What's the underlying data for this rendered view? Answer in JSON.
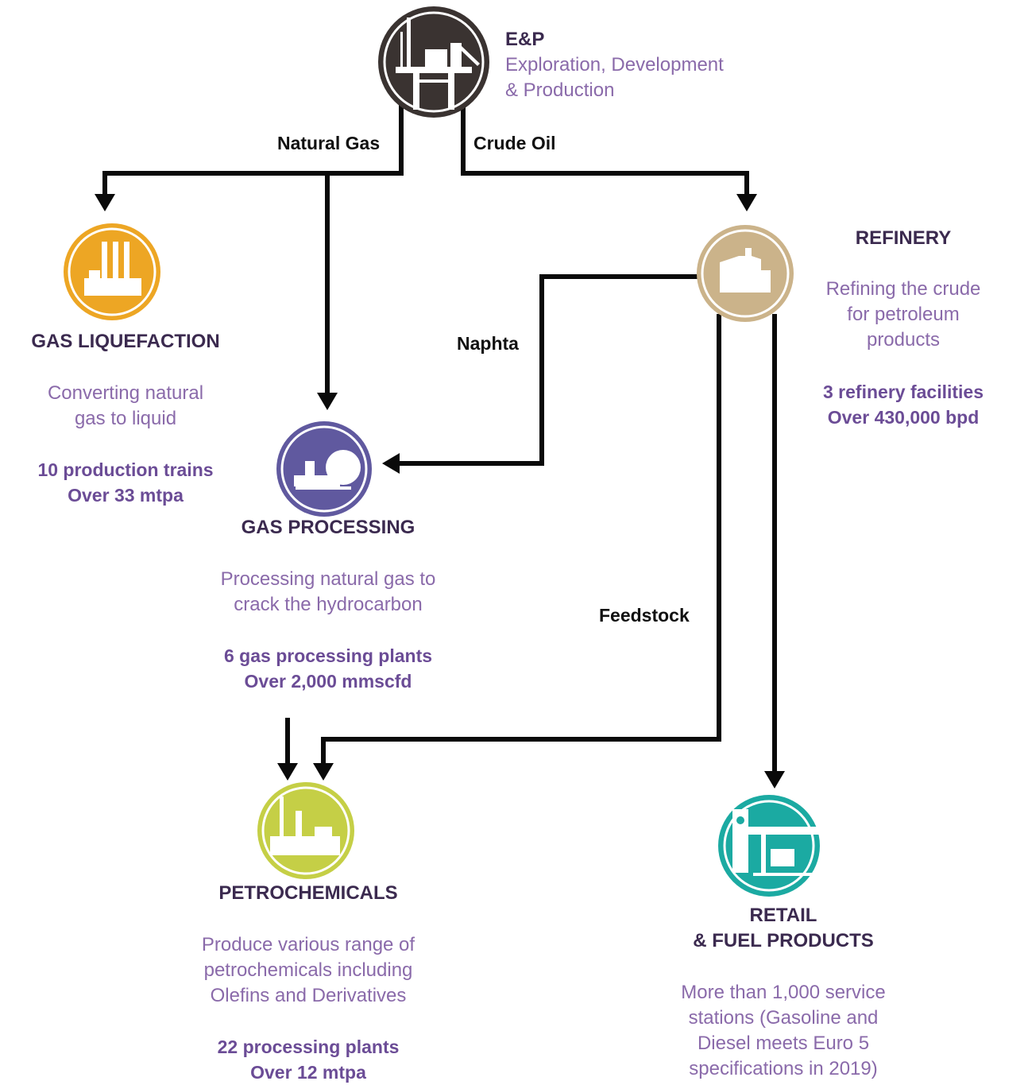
{
  "colors": {
    "ep": "#3a3331",
    "gas_liquefaction": "#eda624",
    "gas_processing": "#60599f",
    "refinery": "#cbb38a",
    "petrochemicals": "#c5cf46",
    "retail": "#1baaa2",
    "arrow": "#0a0a0a",
    "title_text": "#3b2a4f",
    "desc_text": "#8a6aaa",
    "stat_text": "#6b4c96"
  },
  "ep": {
    "icon": "offshore-platform-icon",
    "title": "E&P",
    "subtitle_lines": [
      "Exploration, Development",
      "& Production"
    ]
  },
  "flows": {
    "natural_gas": "Natural Gas",
    "crude_oil": "Crude Oil",
    "naphta": "Naphta",
    "feedstock": "Feedstock"
  },
  "gas_liquefaction": {
    "icon": "lng-plant-icon",
    "title": "GAS LIQUEFACTION",
    "desc_lines": [
      "Converting natural",
      "gas to liquid"
    ],
    "stat_lines": [
      "10 production trains",
      "Over 33 mtpa"
    ]
  },
  "gas_processing": {
    "icon": "gas-tank-icon",
    "title": "GAS PROCESSING",
    "desc_lines": [
      "Processing natural gas to",
      "crack the hydrocarbon"
    ],
    "stat_lines": [
      "6 gas processing plants",
      "Over 2,000 mmscfd"
    ]
  },
  "refinery": {
    "icon": "refinery-icon",
    "title": "REFINERY",
    "desc_lines": [
      "Refining the crude",
      "for petroleum",
      "products"
    ],
    "stat_lines": [
      "3 refinery facilities",
      "Over 430,000 bpd"
    ]
  },
  "petrochemicals": {
    "icon": "chemical-plant-icon",
    "title": "PETROCHEMICALS",
    "desc_lines": [
      "Produce various range of",
      "petrochemicals including",
      "Olefins and Derivatives"
    ],
    "stat_lines": [
      "22 processing plants",
      "Over 12 mtpa"
    ]
  },
  "retail": {
    "icon": "fuel-station-icon",
    "title_lines": [
      "RETAIL",
      "& FUEL PRODUCTS"
    ],
    "desc_lines": [
      "More than 1,000 service",
      "stations (Gasoline and",
      "Diesel meets Euro 5",
      "specifications in 2019)"
    ]
  }
}
